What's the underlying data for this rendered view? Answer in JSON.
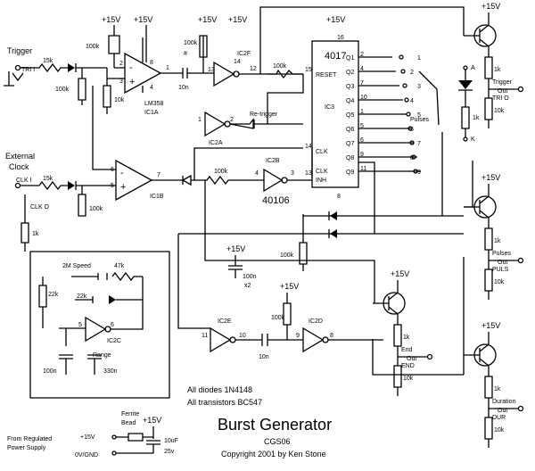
{
  "title": "Burst Generator",
  "subtitle": "CGS06",
  "copyright": "Copyright 2001 by Ken Stone",
  "notes": {
    "diodes": "All diodes 1N4148",
    "transistors": "All transistors BC547"
  },
  "supply": {
    "v15": "+15V",
    "label": "+15V",
    "gnd": "0V/GND",
    "from_line1": "From Regulated",
    "from_line2": "Power Supply",
    "ferrite1": "Ferrite",
    "ferrite2": "Bead",
    "cap1": "10uF",
    "cap2": "25v",
    "decoup1": "100n",
    "decoup2": "x2"
  },
  "inputs": {
    "trigger": "Trigger",
    "tri": "TRI I",
    "ext1": "External",
    "ext2": "Clock",
    "clki": "CLK I",
    "clko": "CLK O"
  },
  "outputs": {
    "trigger": {
      "name": "Trigger",
      "out": "Out",
      "tag": "TRI O"
    },
    "pulses": {
      "name": "Pulses",
      "out": "Out",
      "tag": "PULS"
    },
    "end": {
      "name": "End",
      "out": "Out",
      "tag": "END"
    },
    "duration": {
      "name": "Duration",
      "out": "Out",
      "tag": "DUR"
    }
  },
  "chips": {
    "ic1a": "IC1A",
    "lm358": "LM358",
    "ic1b": "IC1B",
    "ic2f": "IC2F",
    "ic2a": "IC2A",
    "ic2b": "IC2B",
    "ic2c": "IC2C",
    "ic2d": "IC2D",
    "ic2e": "IC2E",
    "n40106": "40106",
    "c4017": "4017",
    "ic3": "IC3"
  },
  "counter": {
    "reset": "RESET",
    "clk": "CLK",
    "clk2": "CLK",
    "inh": "INH",
    "outs": [
      "Q1",
      "Q2",
      "Q3",
      "Q4",
      "Q5",
      "Q6",
      "Q7",
      "Q8",
      "Q9"
    ],
    "out_pins": [
      "2",
      "4",
      "7",
      "10",
      "1",
      "5",
      "6",
      "9",
      "11"
    ],
    "left_pins": {
      "reset": "15",
      "clk": "14",
      "inh": "13",
      "vdd": "16",
      "gnd": "8"
    },
    "selector": [
      "1",
      "2",
      "3",
      "4",
      "5",
      "6",
      "7",
      "8",
      "9"
    ],
    "pulses_label": "Pulses",
    "retrigger": "Re-trigger"
  },
  "parts": {
    "r15k": "15k",
    "r100k": "100k",
    "r10k": "10k",
    "r1k": "1k",
    "r22k": "22k",
    "r47k": "47k",
    "c10n": "10n",
    "c100n": "100n",
    "c330n": "330n",
    "speed": "2M Speed",
    "range": "Range",
    "hash": "#",
    "pin1": "1",
    "pin2": "2",
    "pin3": "3",
    "pin4": "4",
    "pin5": "5",
    "pin6": "6",
    "pin7": "7",
    "pin8": "8",
    "pin9": "9",
    "pin10": "10",
    "pin11": "11",
    "pin12": "12",
    "pin13": "13",
    "pin14": "14",
    "a": "A",
    "k": "K"
  }
}
